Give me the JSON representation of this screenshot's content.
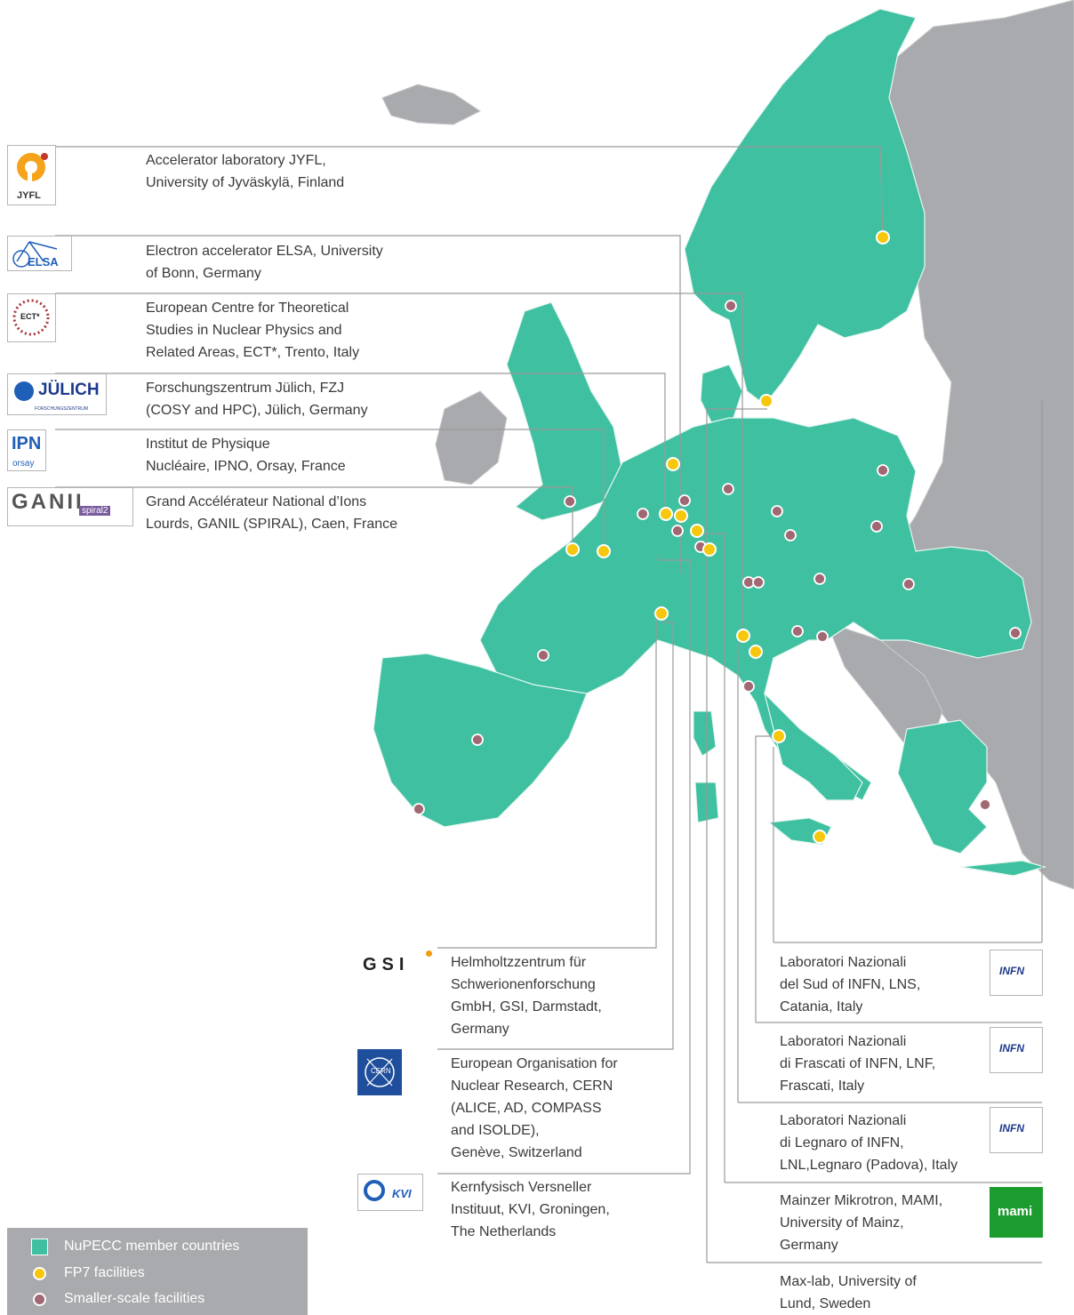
{
  "colors": {
    "member": "#3ec0a1",
    "nonmember": "#a9aaad",
    "fp7": "#f6c70b",
    "smaller": "#a16772",
    "line": "#9a9a9a"
  },
  "facilities_left": [
    {
      "text": "Accelerator laboratory JYFL,\nUniversity of Jyväskylä, Finland",
      "logo": "JYFL"
    },
    {
      "text": "Electron accelerator ELSA, University\nof Bonn, Germany",
      "logo": "ELSA"
    },
    {
      "text": "European Centre for Theoretical\nStudies in Nuclear Physics and\nRelated Areas, ECT*, Trento, Italy",
      "logo": "ECT*"
    },
    {
      "text": "Forschungszentrum Jülich, FZJ\n(COSY and HPC), Jülich, Germany",
      "logo": "JÜLICH",
      "logo_sub": "FORSCHUNGSZENTRUM"
    },
    {
      "text": "Institut de Physique\nNucléaire, IPNO, Orsay, France",
      "logo": "IPN",
      "logo_sub": "orsay"
    },
    {
      "text": "Grand Accélérateur National d’Ions\nLourds, GANIL (SPIRAL), Caen, France",
      "logo": "GANIL",
      "logo_sub": "spiral2"
    }
  ],
  "facilities_bottom_left": [
    {
      "text": "Helmholtzzentrum für\nSchwerionenforschung\nGmbH, GSI, Darmstadt,\nGermany",
      "logo": "GSI"
    },
    {
      "text": "European Organisation for\nNuclear Research, CERN\n(ALICE, AD, COMPASS\nand ISOLDE),\nGenève, Switzerland",
      "logo": "CERN"
    },
    {
      "text": "Kernfysisch Versneller\nInstituut, KVI, Groningen,\nThe Netherlands",
      "logo": "KVI"
    }
  ],
  "facilities_bottom_right": [
    {
      "text": "Laboratori Nazionali\ndel Sud of INFN, LNS,\nCatania, Italy",
      "logo": "INFN"
    },
    {
      "text": "Laboratori Nazionali\ndi Frascati of INFN, LNF,\nFrascati, Italy",
      "logo": "INFN"
    },
    {
      "text": "Laboratori Nazionali\ndi Legnaro of INFN,\nLNL,Legnaro (Padova), Italy",
      "logo": "INFN"
    },
    {
      "text": "Mainzer Mikrotron, MAMI,\nUniversity of Mainz,\nGermany",
      "logo": "mami"
    },
    {
      "text": "Max-lab, University of\nLund, Sweden",
      "logo": ""
    }
  ],
  "legend": [
    {
      "label": "NuPECC member countries",
      "symbol": "teal-square"
    },
    {
      "label": "FP7 facilities",
      "symbol": "yellow-dot"
    },
    {
      "label": "Smaller-scale facilities",
      "symbol": "mauve-dot"
    }
  ]
}
